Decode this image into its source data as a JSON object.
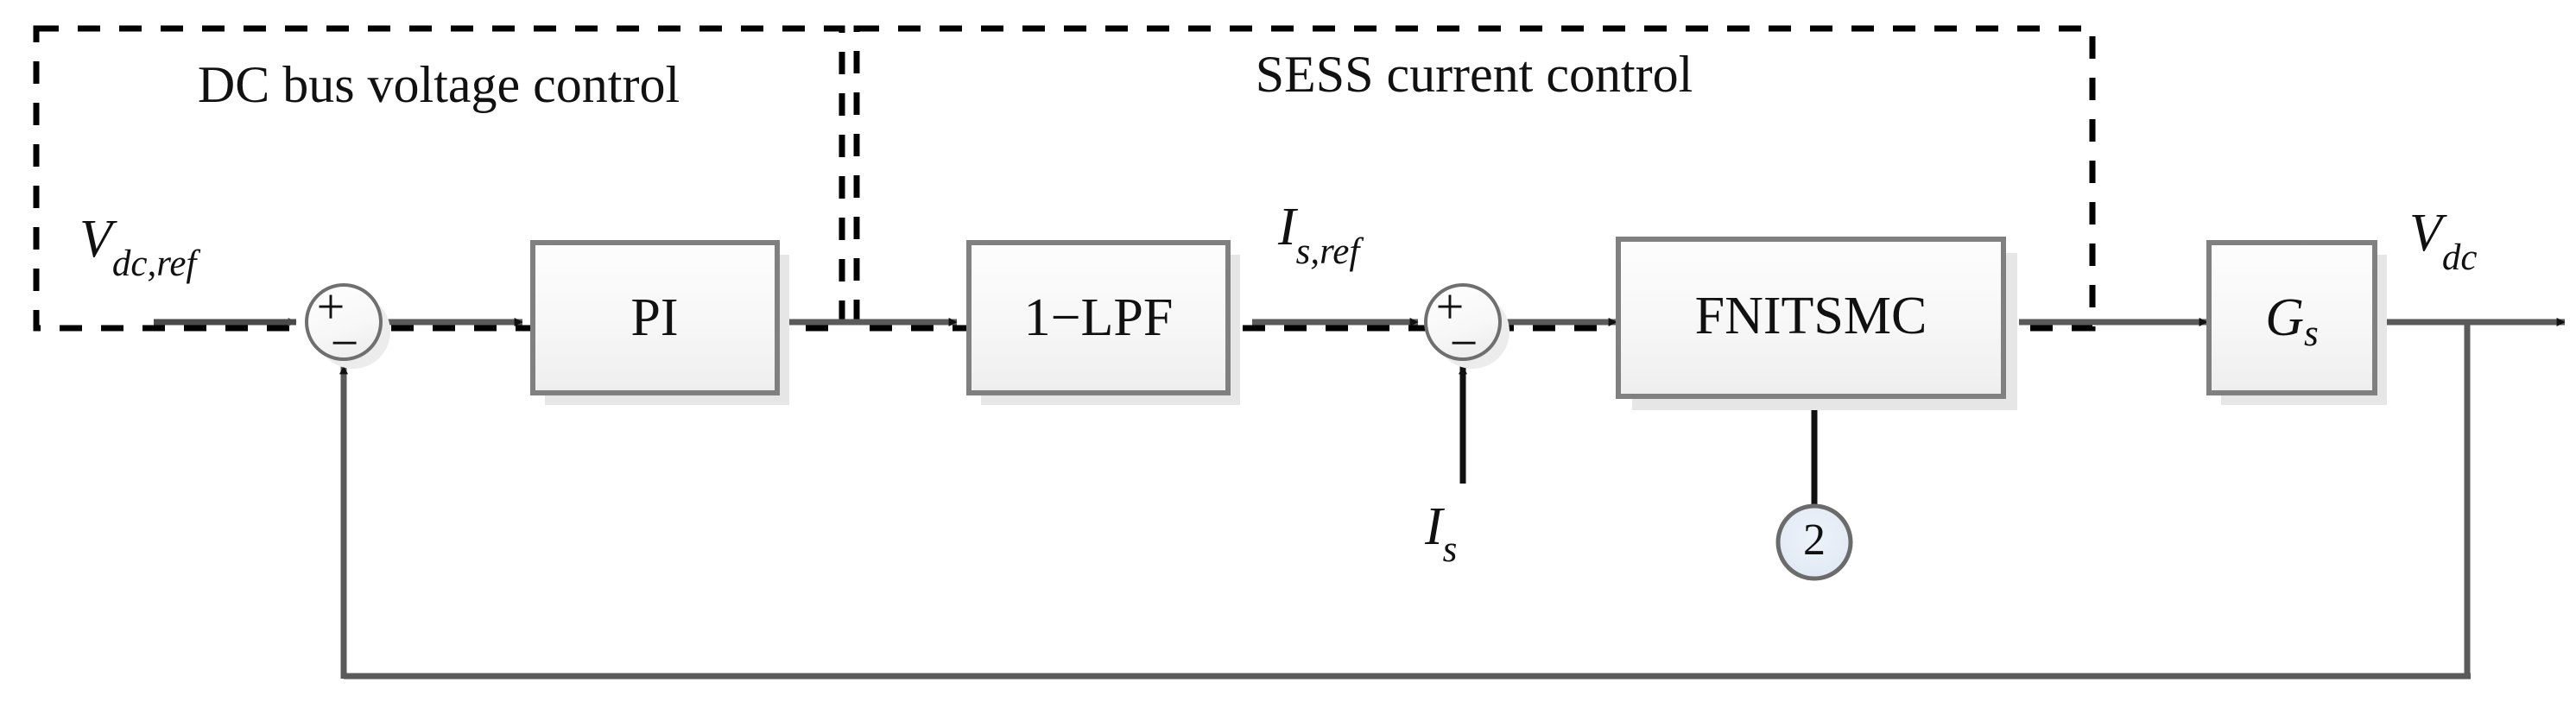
{
  "diagram": {
    "title_hidden": "",
    "groups": [
      {
        "id": "dc-bus-voltage-control",
        "label": "DC bus voltage control"
      },
      {
        "id": "sess-current-control",
        "label": "SESS current control"
      }
    ],
    "blocks": [
      {
        "id": "pi",
        "label": "PI"
      },
      {
        "id": "one-minus-lpf",
        "label": "1−LPF"
      },
      {
        "id": "fnitsmc",
        "label": "FNITSMC"
      },
      {
        "id": "gs",
        "label": "G",
        "sub": "s"
      }
    ],
    "summing_junctions": [
      {
        "id": "sum-1",
        "plus": "+",
        "minus": "−"
      },
      {
        "id": "sum-2",
        "plus": "+",
        "minus": "−"
      }
    ],
    "signals": {
      "vdc_ref": {
        "base": "V",
        "sub": "dc,ref"
      },
      "is_ref": {
        "base": "I",
        "sub": "s,ref"
      },
      "is": {
        "base": "I",
        "sub": "s"
      },
      "vdc": {
        "base": "V",
        "sub": "dc"
      }
    },
    "badges": [
      {
        "id": "ref-marker-2",
        "label": "2"
      }
    ],
    "colors": {
      "block_border": "#808080",
      "block_fill_top": "#fcfcfc",
      "block_fill_bottom": "#efefef",
      "shadow": "#e4e4e4",
      "line": "#5a5a5a",
      "arrow_dark": "#111111",
      "arrow_gray": "#4a4a4a",
      "dashed_border": "#000000",
      "badge_fill": "#e3eaf4",
      "badge_border": "#6b6b6b",
      "text": "#111111"
    }
  }
}
